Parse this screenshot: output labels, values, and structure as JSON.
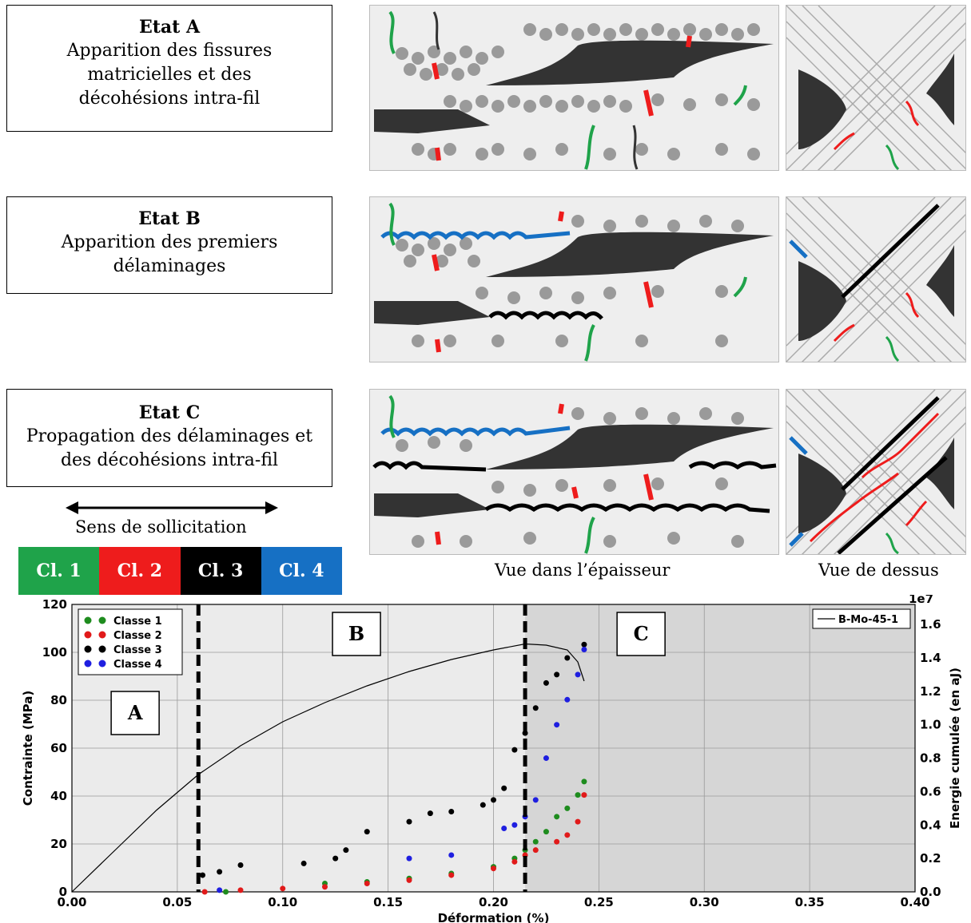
{
  "states": [
    {
      "title": "Etat A",
      "lines": [
        "Apparition des fissures",
        "matricielles et des",
        "décohésions intra-fil"
      ]
    },
    {
      "title": "Etat B",
      "lines": [
        "Apparition des premiers",
        "délaminages"
      ]
    },
    {
      "title": "Etat  C",
      "lines": [
        "Propagation des délaminages et",
        "des décohésions intra-fil"
      ]
    }
  ],
  "sollicitation_label": "Sens de sollicitation",
  "classes": [
    {
      "label": "Cl. 1",
      "color": "#1fa34a"
    },
    {
      "label": "Cl. 2",
      "color": "#ee1c1c"
    },
    {
      "label": "Cl. 3",
      "color": "#000000"
    },
    {
      "label": "Cl. 4",
      "color": "#1670c4"
    }
  ],
  "captions": {
    "thickness": "Vue dans l’épaisseur",
    "top": "Vue de dessus"
  },
  "chart_data": {
    "type": "scatter",
    "xlabel": "Déformation (%)",
    "ylabel": "Contrainte (MPa)",
    "y2label": "Energie cumulée (en aJ)",
    "y2_exponent": "1e7",
    "xlim": [
      0.0,
      0.4
    ],
    "ylim": [
      0,
      120
    ],
    "y2lim": [
      0,
      1.72
    ],
    "xticks": [
      "0.00",
      "0.05",
      "0.10",
      "0.15",
      "0.20",
      "0.25",
      "0.30",
      "0.35",
      "0.40"
    ],
    "yticks": [
      "0",
      "20",
      "40",
      "60",
      "80",
      "100",
      "120"
    ],
    "y2ticks": [
      "0.0",
      "0.2",
      "0.4",
      "0.6",
      "0.8",
      "1.0",
      "1.2",
      "1.4",
      "1.6"
    ],
    "grid": true,
    "legend_left": [
      "Classe 1",
      "Classe 2",
      "Classe 3",
      "Classe 4"
    ],
    "legend_right": "B-Mo-45-1",
    "region_labels": [
      "A",
      "B",
      "C"
    ],
    "vlines": [
      0.06,
      0.215
    ],
    "shaded_from": 0.215,
    "stress_curve": [
      [
        0.0,
        0
      ],
      [
        0.02,
        17
      ],
      [
        0.04,
        34
      ],
      [
        0.06,
        49
      ],
      [
        0.08,
        61
      ],
      [
        0.1,
        71
      ],
      [
        0.12,
        79
      ],
      [
        0.14,
        86
      ],
      [
        0.16,
        92
      ],
      [
        0.18,
        97
      ],
      [
        0.2,
        101
      ],
      [
        0.215,
        103.5
      ],
      [
        0.225,
        103
      ],
      [
        0.235,
        101
      ],
      [
        0.24,
        96
      ],
      [
        0.243,
        88
      ]
    ],
    "series": [
      {
        "name": "Classe 1",
        "color": "#1e8c1e",
        "points": [
          [
            0.073,
            0
          ],
          [
            0.12,
            0.05
          ],
          [
            0.14,
            0.06
          ],
          [
            0.16,
            0.08
          ],
          [
            0.18,
            0.11
          ],
          [
            0.2,
            0.15
          ],
          [
            0.21,
            0.2
          ],
          [
            0.215,
            0.25
          ],
          [
            0.22,
            0.3
          ],
          [
            0.225,
            0.36
          ],
          [
            0.23,
            0.45
          ],
          [
            0.235,
            0.5
          ],
          [
            0.24,
            0.58
          ],
          [
            0.243,
            0.66
          ]
        ]
      },
      {
        "name": "Classe 2",
        "color": "#e11a1a",
        "points": [
          [
            0.063,
            0
          ],
          [
            0.08,
            0.01
          ],
          [
            0.1,
            0.02
          ],
          [
            0.12,
            0.03
          ],
          [
            0.14,
            0.05
          ],
          [
            0.16,
            0.07
          ],
          [
            0.18,
            0.1
          ],
          [
            0.2,
            0.14
          ],
          [
            0.21,
            0.18
          ],
          [
            0.215,
            0.22
          ],
          [
            0.22,
            0.25
          ],
          [
            0.23,
            0.3
          ],
          [
            0.235,
            0.34
          ],
          [
            0.24,
            0.42
          ],
          [
            0.243,
            0.58
          ]
        ]
      },
      {
        "name": "Classe 3",
        "color": "#000000",
        "points": [
          [
            0.062,
            0.1
          ],
          [
            0.07,
            0.12
          ],
          [
            0.08,
            0.16
          ],
          [
            0.11,
            0.17
          ],
          [
            0.125,
            0.2
          ],
          [
            0.13,
            0.25
          ],
          [
            0.14,
            0.36
          ],
          [
            0.16,
            0.42
          ],
          [
            0.17,
            0.47
          ],
          [
            0.18,
            0.48
          ],
          [
            0.195,
            0.52
          ],
          [
            0.2,
            0.55
          ],
          [
            0.205,
            0.62
          ],
          [
            0.21,
            0.85
          ],
          [
            0.215,
            0.95
          ],
          [
            0.22,
            1.1
          ],
          [
            0.225,
            1.25
          ],
          [
            0.23,
            1.3
          ],
          [
            0.235,
            1.4
          ],
          [
            0.243,
            1.48
          ]
        ]
      },
      {
        "name": "Classe 4",
        "color": "#1f1fe0",
        "points": [
          [
            0.07,
            0.01
          ],
          [
            0.16,
            0.2
          ],
          [
            0.18,
            0.22
          ],
          [
            0.205,
            0.38
          ],
          [
            0.21,
            0.4
          ],
          [
            0.215,
            0.45
          ],
          [
            0.22,
            0.55
          ],
          [
            0.225,
            0.8
          ],
          [
            0.23,
            1.0
          ],
          [
            0.235,
            1.15
          ],
          [
            0.24,
            1.3
          ],
          [
            0.243,
            1.45
          ]
        ]
      }
    ]
  }
}
